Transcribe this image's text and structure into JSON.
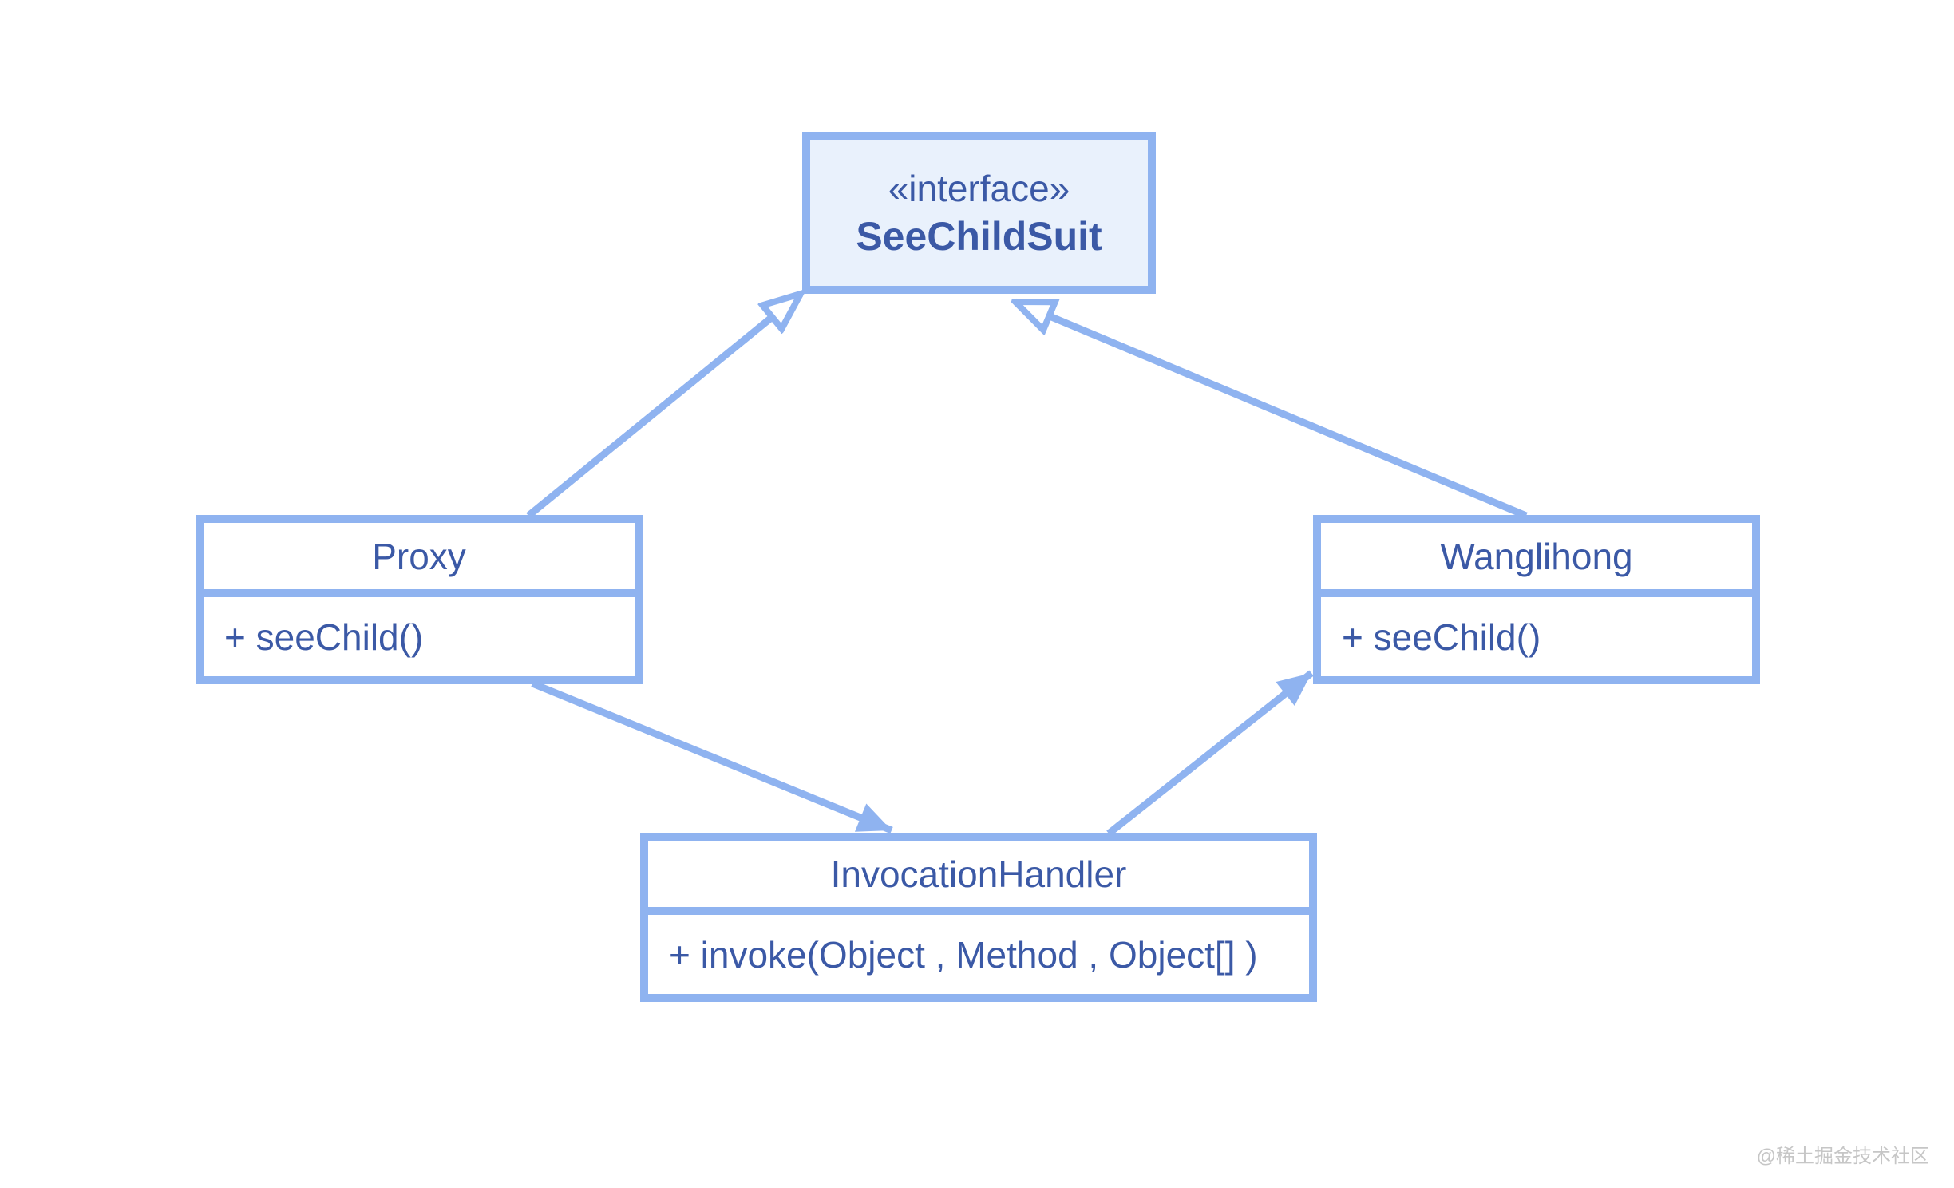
{
  "interface": {
    "stereotype": "«interface»",
    "name": "SeeChildSuit"
  },
  "classes": [
    {
      "name": "Proxy",
      "method": "+ seeChild()"
    },
    {
      "name": "Wanglihong",
      "method": "+ seeChild()"
    },
    {
      "name": "InvocationHandler",
      "method": "+ invoke(Object , Method , Object[] )"
    }
  ],
  "edges": [
    {
      "from": "Proxy",
      "to": "SeeChildSuit",
      "arrowhead": "open-triangle",
      "type": "realization"
    },
    {
      "from": "Wanglihong",
      "to": "SeeChildSuit",
      "arrowhead": "open-triangle",
      "type": "realization"
    },
    {
      "from": "Proxy",
      "to": "InvocationHandler",
      "arrowhead": "filled-triangle",
      "type": "directed-association"
    },
    {
      "from": "InvocationHandler",
      "to": "Wanglihong",
      "arrowhead": "filled-triangle",
      "type": "directed-association"
    }
  ],
  "watermark": {
    "text": "@稀土掘金技术社区"
  },
  "colors": {
    "line": "#8fb3f0",
    "text": "#3b59a6",
    "interface_fill": "#e9f1fc",
    "class_fill": "#ffffff",
    "watermark": "#c6c6c6"
  }
}
